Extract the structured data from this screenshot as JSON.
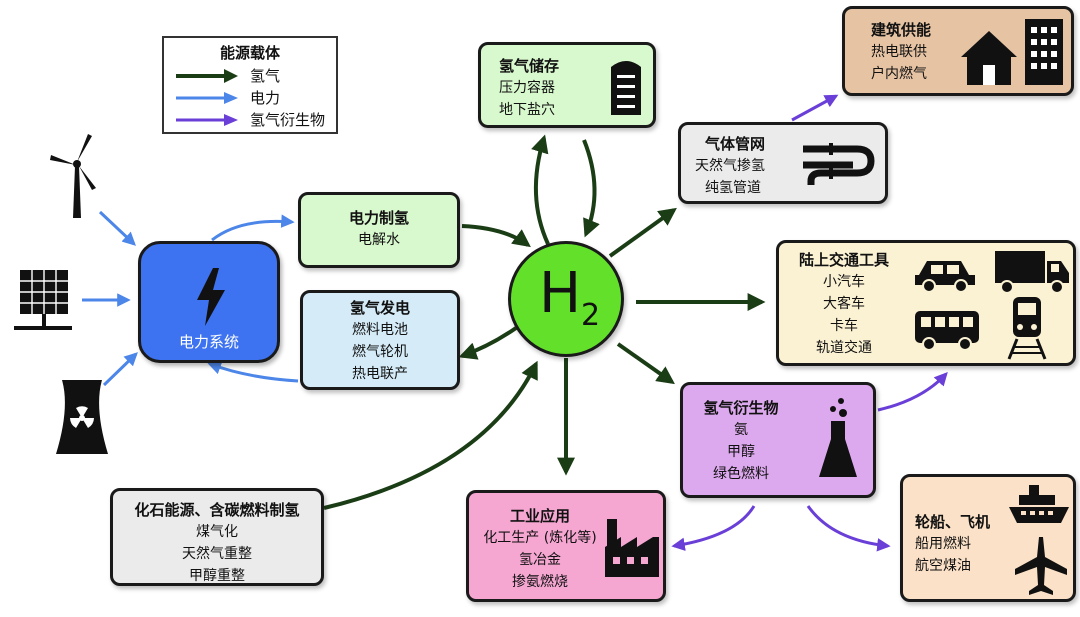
{
  "legend": {
    "title": "能源载体",
    "items": [
      {
        "label": "氢气",
        "color": "#1b3d16"
      },
      {
        "label": "电力",
        "color": "#4c86e8"
      },
      {
        "label": "氢气衍生物",
        "color": "#6a3fd8"
      }
    ]
  },
  "hydrogen": {
    "symbol": "H",
    "subscript": "2",
    "color": "#62e02a"
  },
  "power_system": {
    "label": "电力系统",
    "color": "#3d73f0"
  },
  "sources": [
    {
      "icon": "wind-turbine-icon"
    },
    {
      "icon": "solar-panel-icon"
    },
    {
      "icon": "nuclear-plant-icon"
    }
  ],
  "electrolysis": {
    "title": "电力制氢",
    "lines": [
      "电解水"
    ]
  },
  "h2_power": {
    "title": "氢气发电",
    "lines": [
      "燃料电池",
      "燃气轮机",
      "热电联产"
    ]
  },
  "storage": {
    "title": "氢气储存",
    "lines": [
      "压力容器",
      "地下盐穴"
    ],
    "icon": "storage-tank-icon"
  },
  "pipeline": {
    "title": "气体管网",
    "lines": [
      "天然气掺氢",
      "纯氢管道"
    ],
    "icon": "pipeline-icon"
  },
  "building": {
    "title": "建筑供能",
    "lines": [
      "热电联供",
      "户内燃气"
    ],
    "icon": "house-building-icon"
  },
  "transport": {
    "title": "陆上交通工具",
    "lines": [
      "小汽车",
      "大客车",
      "卡车",
      "轨道交通"
    ],
    "icons": [
      "car-icon",
      "truck-icon",
      "bus-icon",
      "train-icon"
    ]
  },
  "derivatives": {
    "title": "氢气衍生物",
    "lines": [
      "氨",
      "甲醇",
      "绿色燃料"
    ],
    "icon": "flask-icon"
  },
  "ship": {
    "title": "轮船、飞机",
    "lines": [
      "船用燃料",
      "航空煤油"
    ],
    "icons": [
      "ship-icon",
      "airplane-icon"
    ]
  },
  "industry": {
    "title": "工业应用",
    "lines": [
      "化工生产 (炼化等)",
      "氢冶金",
      "掺氨燃烧"
    ],
    "icon": "factory-icon"
  },
  "fossil": {
    "title": "化石能源、含碳燃料制氢",
    "lines": [
      "煤气化",
      "天然气重整",
      "甲醇重整"
    ]
  },
  "colors": {
    "h2_arrow": "#1b3d16",
    "electric_arrow": "#4c86e8",
    "derivative_arrow": "#6a3fd8",
    "electrolysis_bg": "#d8f8cd",
    "h2_power_bg": "#d5ebf8",
    "storage_bg": "#d8f8cd",
    "pipeline_bg": "#ebebeb",
    "building_bg": "#e6c3a3",
    "transport_bg": "#fbf1d3",
    "derivatives_bg": "#dda9ee",
    "ship_bg": "#fbe1c7",
    "industry_bg": "#f5a7d2",
    "fossil_bg": "#ebebeb"
  }
}
